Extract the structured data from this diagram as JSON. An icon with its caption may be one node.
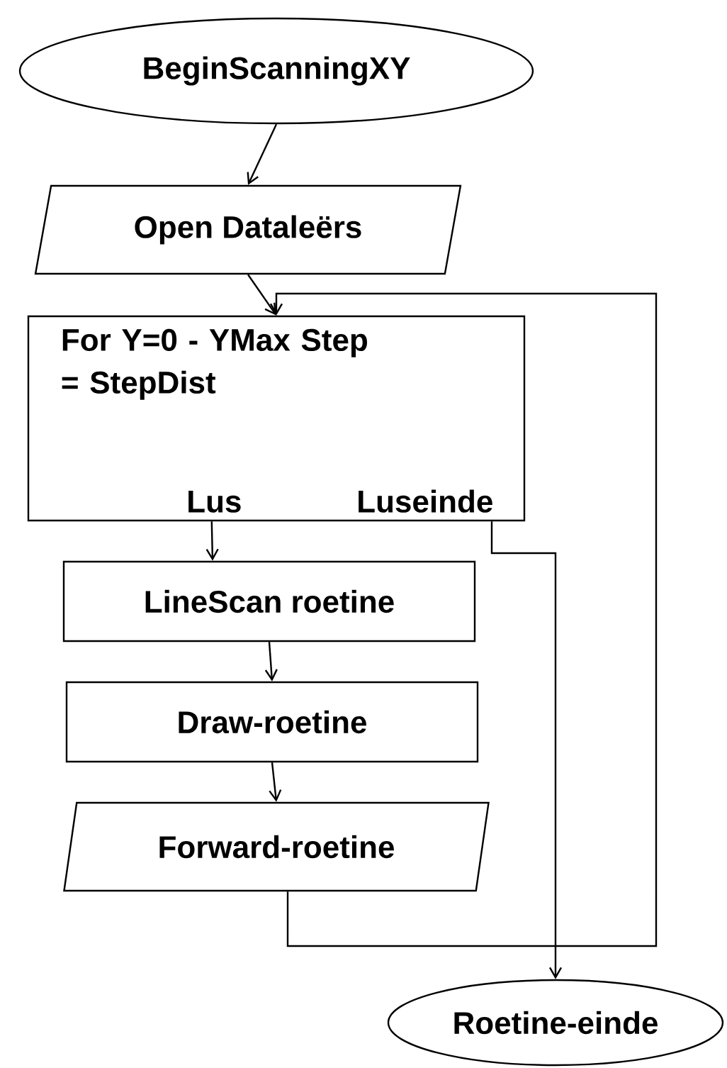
{
  "diagram": {
    "nodes": [
      {
        "text": [
          "BeginScanningXY"
        ]
      },
      {
        "text": [
          "Open Dataleërs"
        ]
      },
      {
        "text": [
          "For Y=0 - YMax Step = StepDist",
          "Lus",
          "Luseinde"
        ]
      },
      {
        "text": [
          "LineScan roetine"
        ]
      },
      {
        "text": [
          "Draw-roetine"
        ]
      },
      {
        "text": [
          "Forward-roetine"
        ]
      },
      {
        "text": [
          "Roetine-einde"
        ]
      }
    ],
    "edges": [
      {
        "from": 0,
        "to": 1,
        "arrow": "to"
      },
      {
        "from": 1,
        "to": 2,
        "arrow": "to"
      },
      {
        "from": 2,
        "to": 3,
        "arrow": "to"
      },
      {
        "from": 3,
        "to": 4,
        "arrow": "to"
      },
      {
        "from": 4,
        "to": 5,
        "arrow": "to"
      },
      {
        "from": 5,
        "to": 2,
        "arrow": "to"
      },
      {
        "from": 2,
        "to": 6,
        "arrow": "to"
      }
    ]
  }
}
